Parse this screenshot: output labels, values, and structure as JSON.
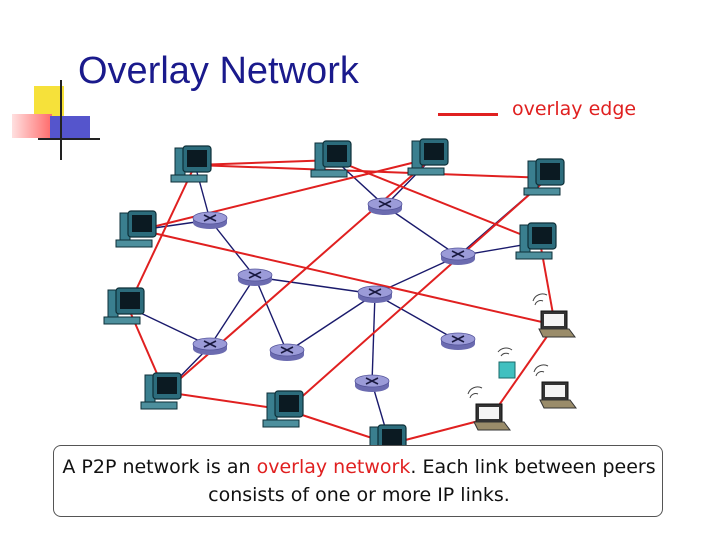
{
  "slide": {
    "title": "Overlay Network",
    "legend": {
      "label": "overlay edge",
      "color": "#e02020"
    },
    "caption": {
      "part1": "A P2P network is an ",
      "highlight": "overlay network",
      "part2": ". Each link between peers consists of one or more IP links.",
      "highlight_color": "#e02020"
    }
  },
  "colors": {
    "title": "#1a1a8c",
    "overlay_edge": "#e02020",
    "underlay_link": "#1a1a6c",
    "router": "#9b9bd8",
    "access_point": "#40c0c0"
  },
  "icons": {
    "peer": "desktop-computer-icon",
    "router": "router-icon",
    "laptop": "wireless-laptop-icon",
    "access_point": "wireless-access-point-icon"
  }
}
